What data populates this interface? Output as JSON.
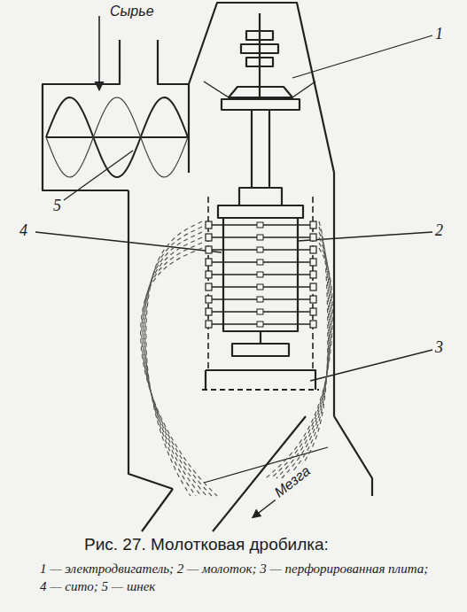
{
  "diagram": {
    "caption": "Рис. 27. Молотковая дробилка:",
    "labels": [
      "Сырье",
      "1",
      "4",
      "2",
      "3",
      "5",
      "Мезга",
      "1 — электродвигатель; 2 — молоток; 3 — перфорированная плита; 4 — сито; 5 — шнек"
    ]
  }
}
